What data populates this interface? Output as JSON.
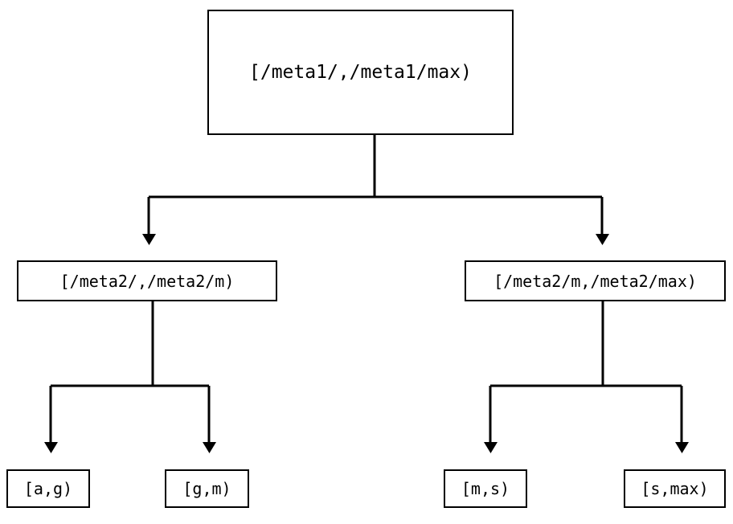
{
  "diagram": {
    "type": "tree",
    "title": "",
    "background_color": "#ffffff",
    "line_color": "#000000",
    "text_color": "#000000",
    "nodes": {
      "root": {
        "label": "[/meta1/,/meta1/max)"
      },
      "meta2_low": {
        "label": "[/meta2/,/meta2/m)"
      },
      "meta2_high": {
        "label": "[/meta2/m,/meta2/max)"
      },
      "leaf_ag": {
        "label": "[a,g)"
      },
      "leaf_gm": {
        "label": "[g,m)"
      },
      "leaf_ms": {
        "label": "[m,s)"
      },
      "leaf_smax": {
        "label": "[s,max)"
      }
    },
    "edges": [
      {
        "from": "root",
        "to": "meta2_low",
        "arrow": "down"
      },
      {
        "from": "root",
        "to": "meta2_high",
        "arrow": "down"
      },
      {
        "from": "meta2_low",
        "to": "leaf_ag",
        "arrow": "down"
      },
      {
        "from": "meta2_low",
        "to": "leaf_gm",
        "arrow": "down"
      },
      {
        "from": "meta2_high",
        "to": "leaf_ms",
        "arrow": "down"
      },
      {
        "from": "meta2_high",
        "to": "leaf_smax",
        "arrow": "down"
      }
    ]
  }
}
